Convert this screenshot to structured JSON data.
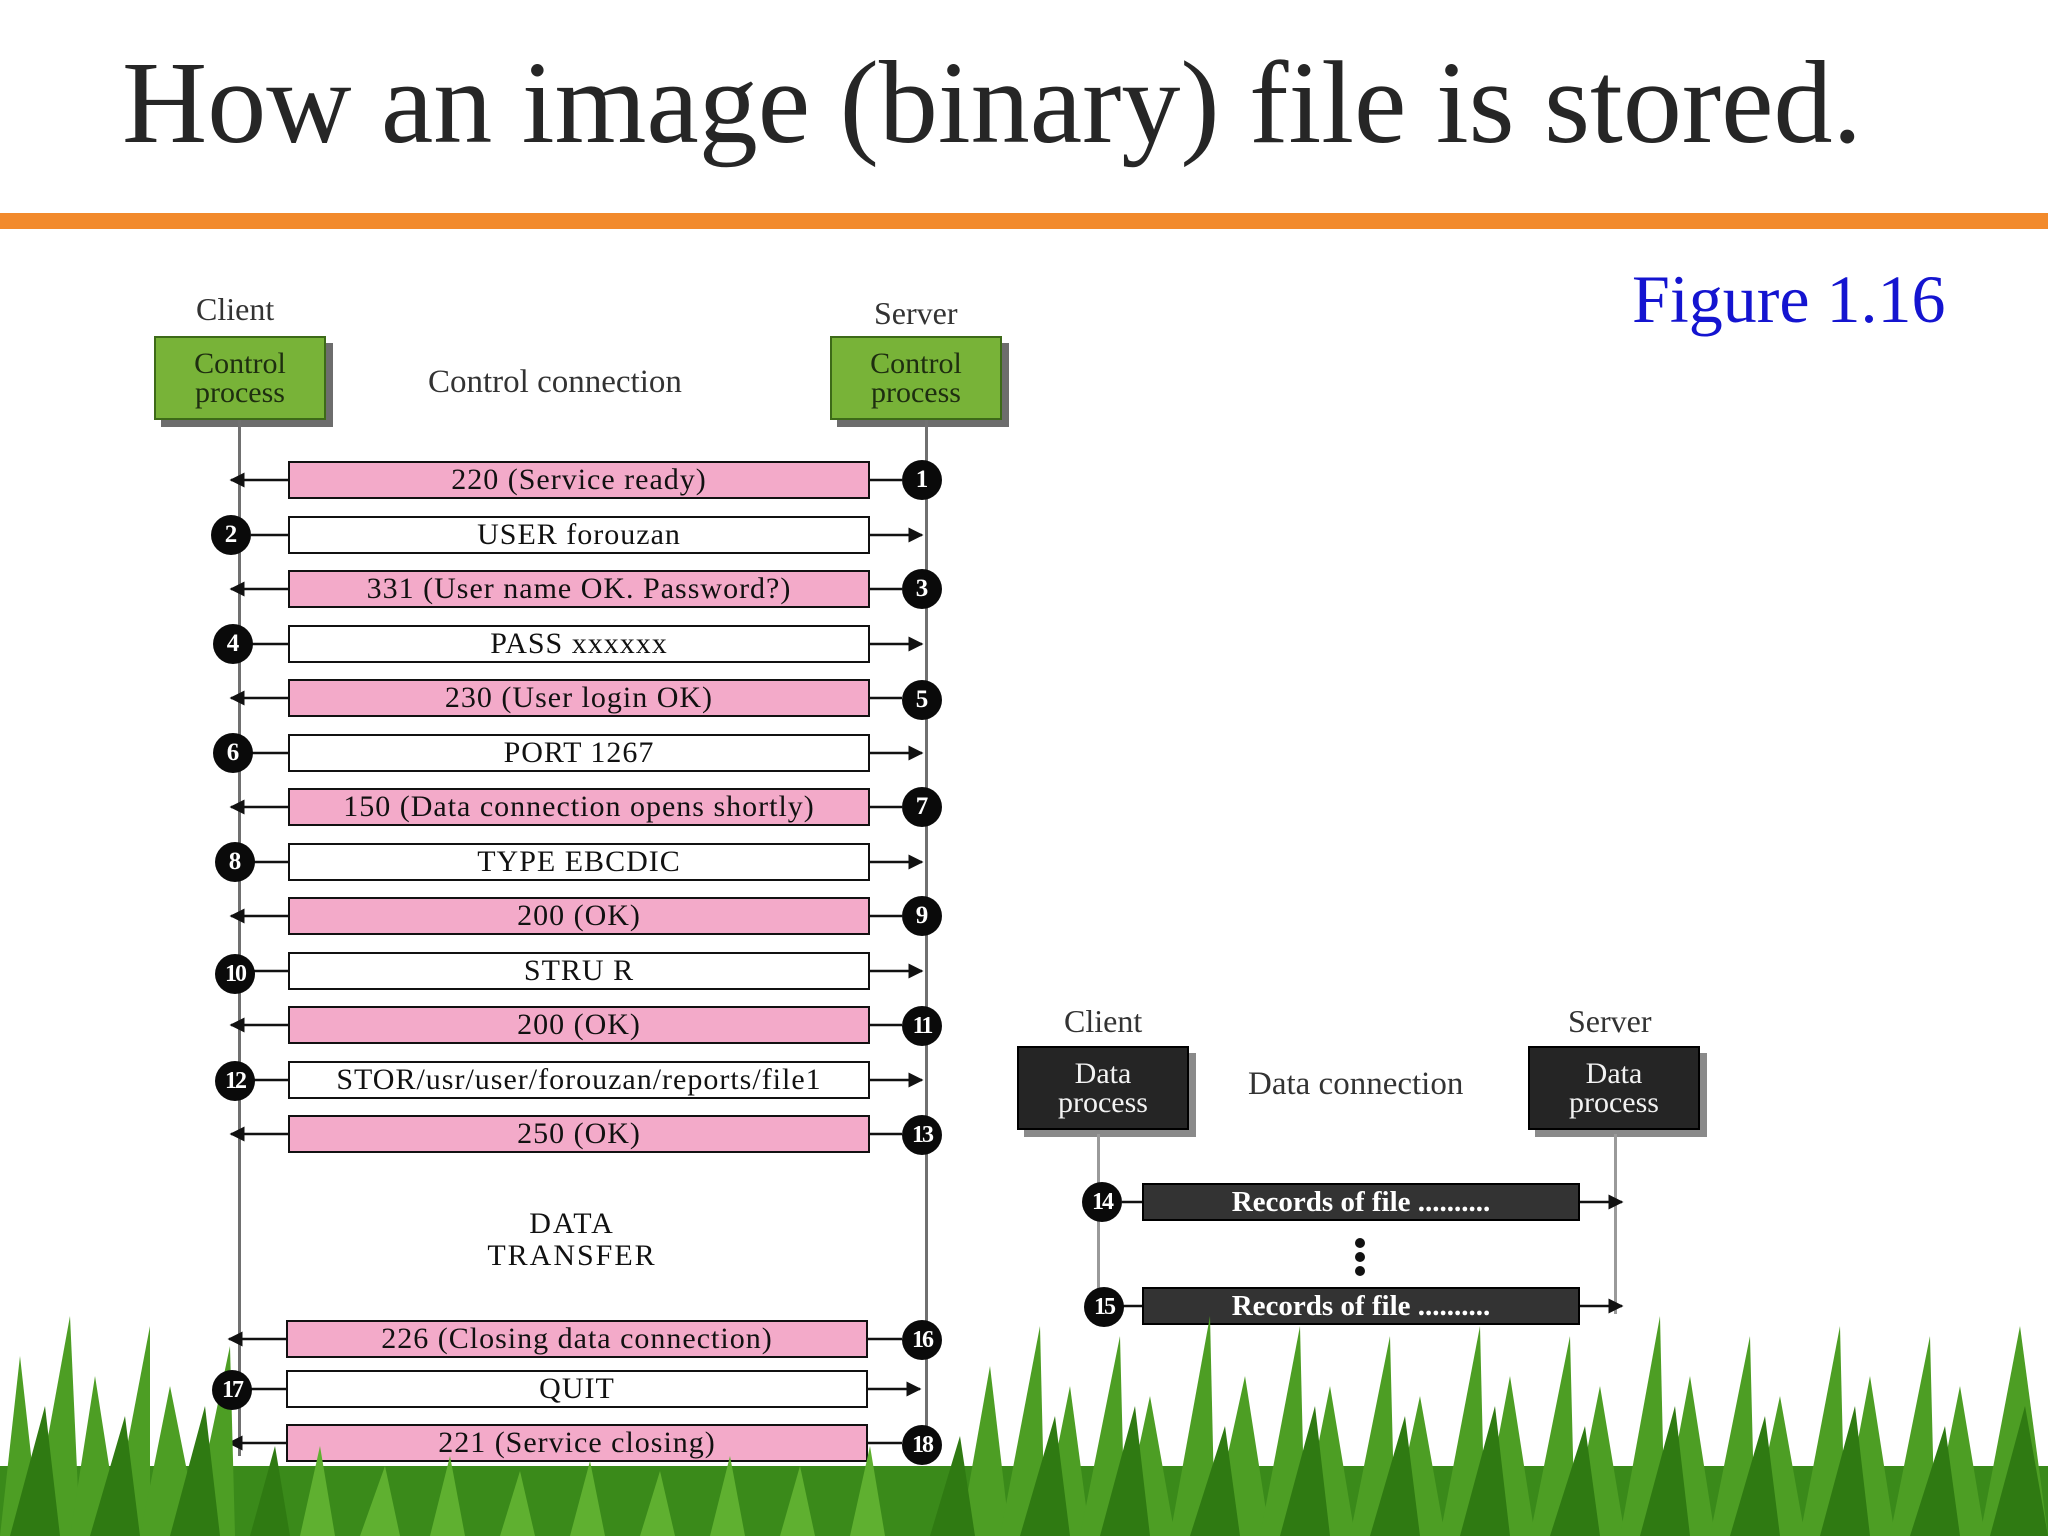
{
  "title": "How an image (binary) file is stored.",
  "figure_label": "Figure 1.16",
  "control": {
    "client_label": "Client",
    "server_label": "Server",
    "client_process": [
      "Control",
      "process"
    ],
    "server_process": [
      "Control",
      "process"
    ],
    "connection_label": "Control connection"
  },
  "data": {
    "client_label": "Client",
    "server_label": "Server",
    "client_process": [
      "Data",
      "process"
    ],
    "server_process": [
      "Data",
      "process"
    ],
    "connection_label": "Data connection"
  },
  "messages": [
    {
      "n": "1",
      "text": "220 (Service ready)",
      "from": "server",
      "style": "response"
    },
    {
      "n": "2",
      "text": "USER forouzan",
      "from": "client",
      "style": "command"
    },
    {
      "n": "3",
      "text": "331 (User name OK. Password?)",
      "from": "server",
      "style": "response"
    },
    {
      "n": "4",
      "text": "PASS xxxxxx",
      "from": "client",
      "style": "command"
    },
    {
      "n": "5",
      "text": "230 (User login OK)",
      "from": "server",
      "style": "response"
    },
    {
      "n": "6",
      "text": "PORT 1267",
      "from": "client",
      "style": "command"
    },
    {
      "n": "7",
      "text": "150 (Data connection opens shortly)",
      "from": "server",
      "style": "response"
    },
    {
      "n": "8",
      "text": "TYPE EBCDIC",
      "from": "client",
      "style": "command"
    },
    {
      "n": "9",
      "text": "200 (OK)",
      "from": "server",
      "style": "response"
    },
    {
      "n": "10",
      "text": "STRU R",
      "from": "client",
      "style": "command"
    },
    {
      "n": "11",
      "text": "200 (OK)",
      "from": "server",
      "style": "response"
    },
    {
      "n": "12",
      "text": "STOR/usr/user/forouzan/reports/file1",
      "from": "client",
      "style": "command"
    },
    {
      "n": "13",
      "text": "250 (OK)",
      "from": "server",
      "style": "response"
    }
  ],
  "data_transfer_label": [
    "DATA",
    "TRANSFER"
  ],
  "closing_messages": [
    {
      "n": "16",
      "text": "226 (Closing data connection)",
      "from": "server",
      "style": "response"
    },
    {
      "n": "17",
      "text": "QUIT",
      "from": "client",
      "style": "command"
    },
    {
      "n": "18",
      "text": "221 (Service closing)",
      "from": "server",
      "style": "response"
    }
  ],
  "data_messages": [
    {
      "n": "14",
      "text": "Records of file .........."
    },
    {
      "n": "15",
      "text": "Records of file .........."
    }
  ],
  "colors": {
    "response_fill": "#f3aac9",
    "command_fill": "#ffffff",
    "control_process_fill": "#78b338",
    "data_process_fill": "#252525",
    "title_rule": "#f28a2c",
    "figure_label": "#1414d0",
    "grass": "#3f8f1c"
  }
}
